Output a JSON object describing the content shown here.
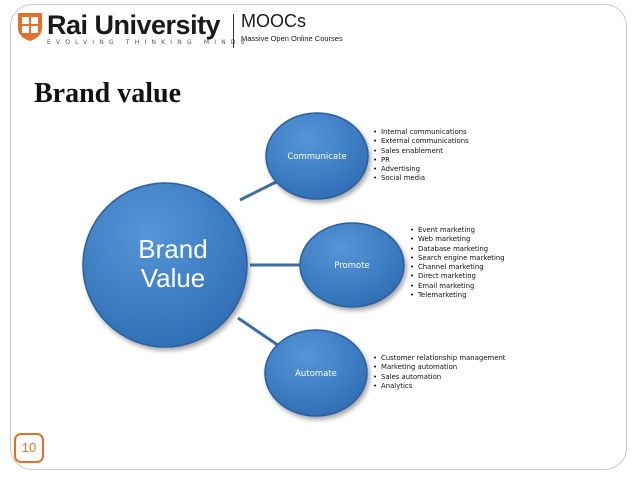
{
  "header": {
    "university_name": "Rai University",
    "tagline": "EVOLVING  THINKING  MINDS",
    "mooc_title": "MOOCs",
    "mooc_subtitle": "Massive Open Online Courses"
  },
  "slide": {
    "title": "Brand value",
    "page_number": "10"
  },
  "diagram": {
    "center": {
      "line1": "Brand",
      "line2": "Value"
    },
    "nodes": [
      {
        "label": "Communicate",
        "items": [
          "Internal communications",
          "External communications",
          "Sales enablement",
          "PR",
          "Advertising",
          "Social media"
        ]
      },
      {
        "label": "Promote",
        "items": [
          "Event marketing",
          "Web marketing",
          "Database marketing",
          "Search engine marketing",
          "Channel marketing",
          "Direct marketing",
          "Email marketing",
          "Telemarketing"
        ]
      },
      {
        "label": "Automate",
        "items": [
          "Customer relationship management",
          "Marketing automation",
          "Sales automation",
          "Analytics"
        ]
      }
    ]
  },
  "colors": {
    "node_fill": "#3c7dc4",
    "node_stroke": "#2a5f9e",
    "connector": "#3a6ea5",
    "accent": "#e0702a"
  }
}
